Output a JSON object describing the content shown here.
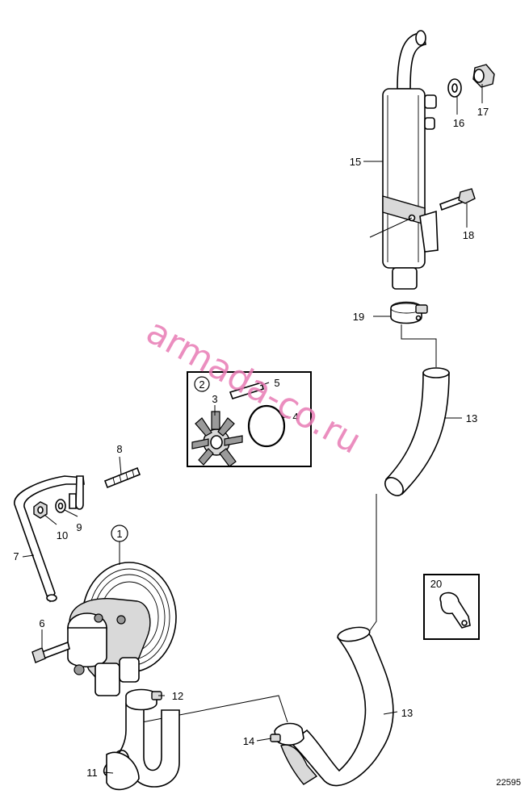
{
  "watermark": "armada-co.ru",
  "drawing_number": "22595",
  "callouts": [
    {
      "id": "c1",
      "text": "1"
    },
    {
      "id": "c2",
      "text": "2"
    },
    {
      "id": "c3",
      "text": "3"
    },
    {
      "id": "c4",
      "text": "4"
    },
    {
      "id": "c5",
      "text": "5"
    },
    {
      "id": "c6",
      "text": "6"
    },
    {
      "id": "c7",
      "text": "7"
    },
    {
      "id": "c8",
      "text": "8"
    },
    {
      "id": "c9",
      "text": "9"
    },
    {
      "id": "c10",
      "text": "10"
    },
    {
      "id": "c11",
      "text": "11"
    },
    {
      "id": "c12",
      "text": "12"
    },
    {
      "id": "c13a",
      "text": "13"
    },
    {
      "id": "c13b",
      "text": "13"
    },
    {
      "id": "c14",
      "text": "14"
    },
    {
      "id": "c15",
      "text": "15"
    },
    {
      "id": "c16",
      "text": "16"
    },
    {
      "id": "c17",
      "text": "17"
    },
    {
      "id": "c18",
      "text": "18"
    },
    {
      "id": "c19",
      "text": "19"
    },
    {
      "id": "c20",
      "text": "20"
    }
  ]
}
